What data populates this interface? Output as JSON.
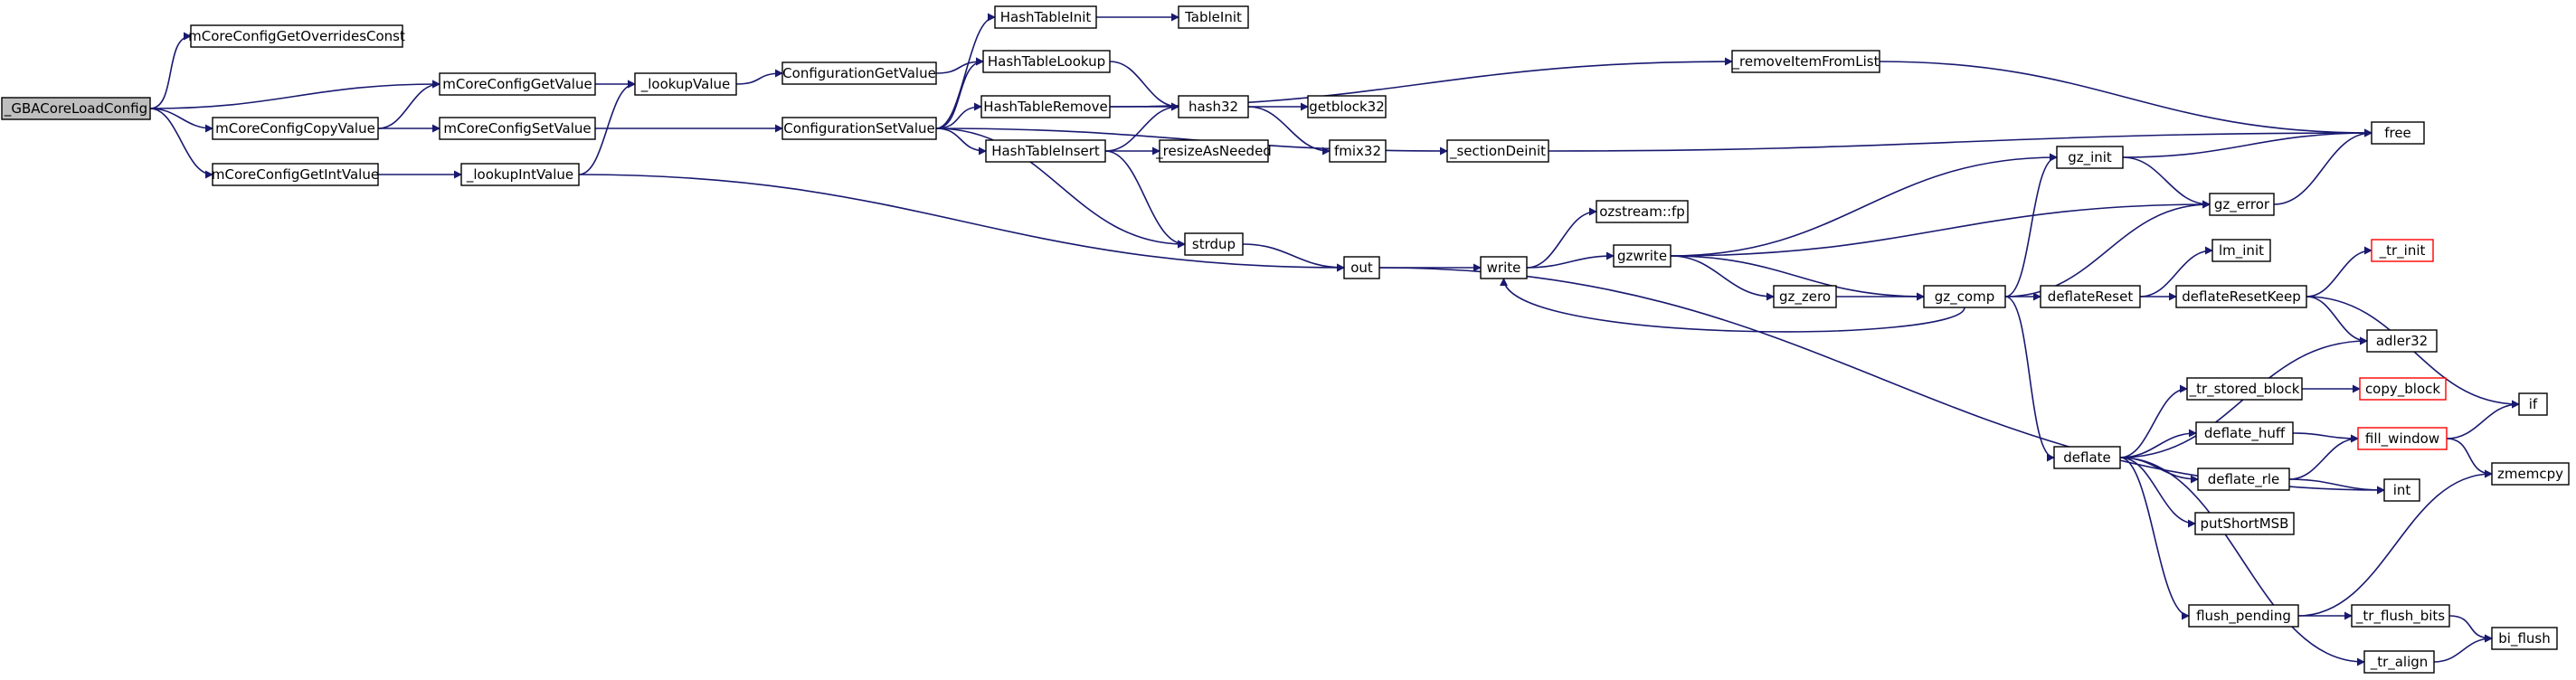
{
  "nodes": [
    {
      "id": "root",
      "label": "_GBACoreLoadConfig",
      "style": "root"
    },
    {
      "id": "overrides",
      "label": "mCoreConfigGetOverridesConst"
    },
    {
      "id": "getvalue",
      "label": "mCoreConfigGetValue"
    },
    {
      "id": "copyvalue",
      "label": "mCoreConfigCopyValue"
    },
    {
      "id": "getint",
      "label": "mCoreConfigGetIntValue"
    },
    {
      "id": "setvalue",
      "label": "mCoreConfigSetValue"
    },
    {
      "id": "lookupvalue",
      "label": "_lookupValue"
    },
    {
      "id": "lookupint",
      "label": "_lookupIntValue"
    },
    {
      "id": "cfggetvalue",
      "label": "ConfigurationGetValue"
    },
    {
      "id": "cfgsetvalue",
      "label": "ConfigurationSetValue"
    },
    {
      "id": "htinit",
      "label": "HashTableInit"
    },
    {
      "id": "htlookup",
      "label": "HashTableLookup"
    },
    {
      "id": "htremove",
      "label": "HashTableRemove"
    },
    {
      "id": "htinsert",
      "label": "HashTableInsert"
    },
    {
      "id": "tableinit",
      "label": "TableInit"
    },
    {
      "id": "hash32",
      "label": "hash32"
    },
    {
      "id": "resize",
      "label": "_resizeAsNeeded"
    },
    {
      "id": "strdup",
      "label": "strdup"
    },
    {
      "id": "getblock32",
      "label": "getblock32"
    },
    {
      "id": "fmix32",
      "label": "fmix32"
    },
    {
      "id": "removeitem",
      "label": "_removeItemFromList"
    },
    {
      "id": "sectiondeinit",
      "label": "_sectionDeinit"
    },
    {
      "id": "free",
      "label": "free"
    },
    {
      "id": "out",
      "label": "out"
    },
    {
      "id": "write",
      "label": "write"
    },
    {
      "id": "ozfp",
      "label": "ozstream::fp"
    },
    {
      "id": "gzwrite",
      "label": "gzwrite"
    },
    {
      "id": "gzzero",
      "label": "gz_zero"
    },
    {
      "id": "gzcomp",
      "label": "gz_comp"
    },
    {
      "id": "gzinit",
      "label": "gz_init"
    },
    {
      "id": "gzerror",
      "label": "gz_error"
    },
    {
      "id": "deflatereset",
      "label": "deflateReset"
    },
    {
      "id": "lminit",
      "label": "lm_init"
    },
    {
      "id": "deflateresetkeep",
      "label": "deflateResetKeep"
    },
    {
      "id": "trinit",
      "label": "_tr_init",
      "style": "red"
    },
    {
      "id": "adler32",
      "label": "adler32"
    },
    {
      "id": "deflate",
      "label": "deflate"
    },
    {
      "id": "trstored",
      "label": "_tr_stored_block"
    },
    {
      "id": "copyblock",
      "label": "copy_block",
      "style": "red"
    },
    {
      "id": "deflatehuff",
      "label": "deflate_huff"
    },
    {
      "id": "fillwindow",
      "label": "fill_window",
      "style": "red"
    },
    {
      "id": "deflaterle",
      "label": "deflate_rle"
    },
    {
      "id": "putshort",
      "label": "putShortMSB"
    },
    {
      "id": "flushpending",
      "label": "flush_pending"
    },
    {
      "id": "trflushbits",
      "label": "_tr_flush_bits"
    },
    {
      "id": "tralign",
      "label": "_tr_align"
    },
    {
      "id": "biflush",
      "label": "bi_flush"
    },
    {
      "id": "if",
      "label": "if"
    },
    {
      "id": "int",
      "label": "int"
    },
    {
      "id": "zmemcpy",
      "label": "zmemcpy"
    }
  ],
  "edges": [
    [
      "root",
      "overrides"
    ],
    [
      "root",
      "getvalue"
    ],
    [
      "root",
      "copyvalue"
    ],
    [
      "root",
      "getint"
    ],
    [
      "copyvalue",
      "getvalue"
    ],
    [
      "copyvalue",
      "setvalue"
    ],
    [
      "getvalue",
      "lookupvalue"
    ],
    [
      "getint",
      "lookupint"
    ],
    [
      "lookupint",
      "lookupvalue"
    ],
    [
      "lookupint",
      "out"
    ],
    [
      "setvalue",
      "cfgsetvalue"
    ],
    [
      "lookupvalue",
      "cfggetvalue"
    ],
    [
      "cfggetvalue",
      "htlookup"
    ],
    [
      "cfgsetvalue",
      "htinit"
    ],
    [
      "cfgsetvalue",
      "htlookup"
    ],
    [
      "cfgsetvalue",
      "htremove"
    ],
    [
      "cfgsetvalue",
      "htinsert"
    ],
    [
      "cfgsetvalue",
      "strdup"
    ],
    [
      "cfgsetvalue",
      "sectiondeinit"
    ],
    [
      "htinit",
      "tableinit"
    ],
    [
      "htlookup",
      "hash32"
    ],
    [
      "htremove",
      "hash32"
    ],
    [
      "htremove",
      "removeitem"
    ],
    [
      "htinsert",
      "hash32"
    ],
    [
      "htinsert",
      "resize"
    ],
    [
      "htinsert",
      "strdup"
    ],
    [
      "hash32",
      "getblock32"
    ],
    [
      "hash32",
      "fmix32"
    ],
    [
      "removeitem",
      "free"
    ],
    [
      "sectiondeinit",
      "free"
    ],
    [
      "strdup",
      "out"
    ],
    [
      "out",
      "write"
    ],
    [
      "out",
      "int"
    ],
    [
      "write",
      "ozfp"
    ],
    [
      "write",
      "gzwrite"
    ],
    [
      "gzwrite",
      "gzinit"
    ],
    [
      "gzwrite",
      "gzerror"
    ],
    [
      "gzwrite",
      "gzzero"
    ],
    [
      "gzwrite",
      "gzcomp"
    ],
    [
      "gzzero",
      "gzcomp"
    ],
    [
      "gzcomp",
      "write"
    ],
    [
      "gzcomp",
      "gzinit"
    ],
    [
      "gzcomp",
      "gzerror"
    ],
    [
      "gzcomp",
      "deflatereset"
    ],
    [
      "gzcomp",
      "deflate"
    ],
    [
      "gzinit",
      "free"
    ],
    [
      "gzinit",
      "gzerror"
    ],
    [
      "gzerror",
      "free"
    ],
    [
      "deflatereset",
      "lminit"
    ],
    [
      "deflatereset",
      "deflateresetkeep"
    ],
    [
      "deflateresetkeep",
      "trinit"
    ],
    [
      "deflateresetkeep",
      "adler32"
    ],
    [
      "deflateresetkeep",
      "if"
    ],
    [
      "deflate",
      "adler32"
    ],
    [
      "deflate",
      "trstored"
    ],
    [
      "deflate",
      "deflatehuff"
    ],
    [
      "deflate",
      "deflaterle"
    ],
    [
      "deflate",
      "putshort"
    ],
    [
      "deflate",
      "flushpending"
    ],
    [
      "deflate",
      "tralign"
    ],
    [
      "trstored",
      "copyblock"
    ],
    [
      "deflatehuff",
      "fillwindow"
    ],
    [
      "deflaterle",
      "fillwindow"
    ],
    [
      "deflaterle",
      "int"
    ],
    [
      "fillwindow",
      "if"
    ],
    [
      "fillwindow",
      "zmemcpy"
    ],
    [
      "flushpending",
      "zmemcpy"
    ],
    [
      "flushpending",
      "trflushbits"
    ],
    [
      "trflushbits",
      "biflush"
    ],
    [
      "tralign",
      "biflush"
    ]
  ]
}
